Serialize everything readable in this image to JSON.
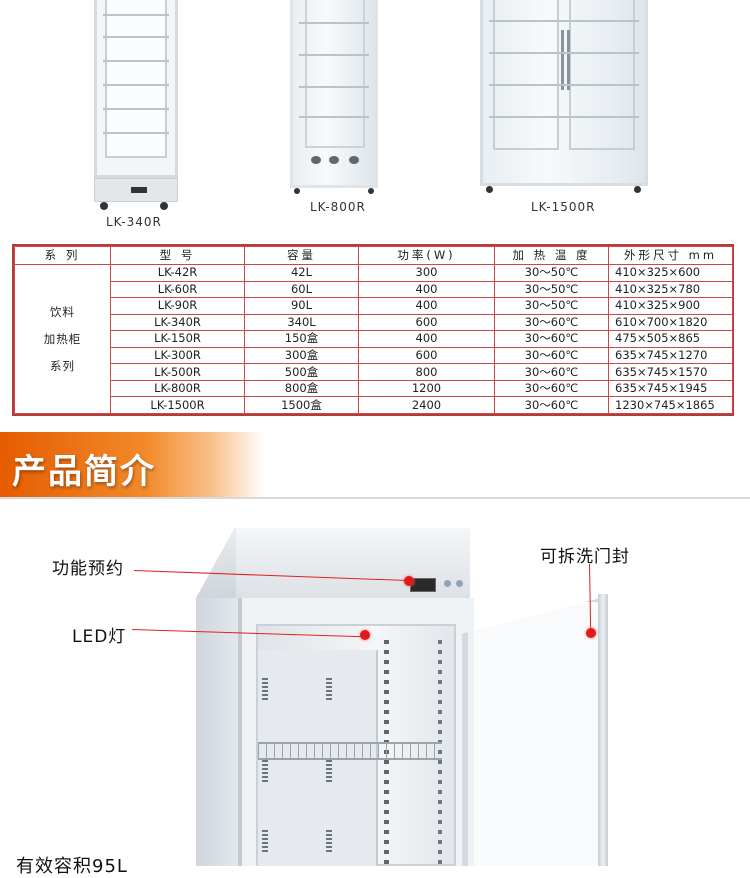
{
  "products": [
    {
      "caption": "LK-340R"
    },
    {
      "caption": "LK-800R"
    },
    {
      "caption": "LK-1500R"
    }
  ],
  "table": {
    "headers": [
      "系 列",
      "型 号",
      "容量",
      "功率(W)",
      "加 热 温 度",
      "外形尺寸 mm"
    ],
    "series_lines": [
      "饮料",
      "加热柜",
      "系列"
    ],
    "rows": [
      [
        "LK-42R",
        "42L",
        "300",
        "30～50℃",
        "410×325×600"
      ],
      [
        "LK-60R",
        "60L",
        "400",
        "30～50℃",
        "410×325×780"
      ],
      [
        "LK-90R",
        "90L",
        "400",
        "30～50℃",
        "410×325×900"
      ],
      [
        "LK-340R",
        "340L",
        "600",
        "30～60℃",
        "610×700×1820"
      ],
      [
        "LK-150R",
        "150盒",
        "400",
        "30～60℃",
        "475×505×865"
      ],
      [
        "LK-300R",
        "300盒",
        "600",
        "30～60℃",
        "635×745×1270"
      ],
      [
        "LK-500R",
        "500盒",
        "800",
        "30～60℃",
        "635×745×1570"
      ],
      [
        "LK-800R",
        "800盒",
        "1200",
        "30～60℃",
        "635×745×1945"
      ],
      [
        "LK-1500R",
        "1500盒",
        "2400",
        "30～60℃",
        "1230×745×1865"
      ]
    ]
  },
  "section": {
    "title": "产品简介"
  },
  "annotations": {
    "function_label": "功能预约",
    "led_label": "LED灯",
    "door_seal_label": "可拆洗门封",
    "bottom_label": "有效容积95L"
  },
  "colors": {
    "table_border": "#c94a4a",
    "banner_orange": "#e65c00",
    "marker_red": "#e01a1a"
  }
}
